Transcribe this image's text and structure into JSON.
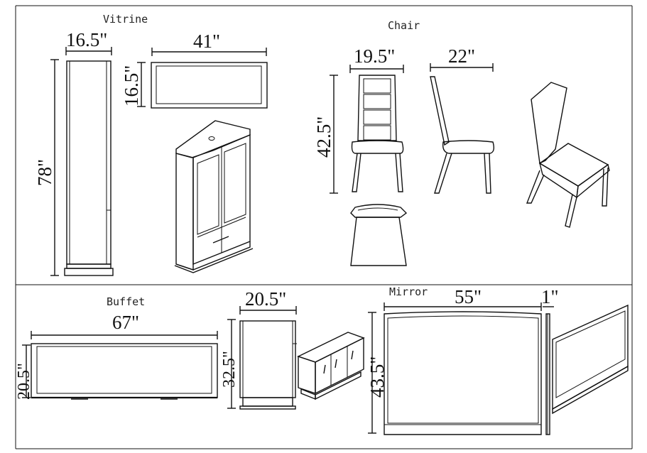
{
  "sections": {
    "vitrine": {
      "title": "Vitrine",
      "width": "16.5\"",
      "height": "78\"",
      "top_width": "41\"",
      "top_depth": "16.5\""
    },
    "chair": {
      "title": "Chair",
      "width": "19.5\"",
      "depth": "22\"",
      "height": "42.5\""
    },
    "buffet": {
      "title": "Buffet",
      "width": "67\"",
      "depth": "20.5\"",
      "side_depth": "20.5\"",
      "height": "32.5\""
    },
    "mirror": {
      "title": "Mirror",
      "width": "55\"",
      "thickness": "1\"",
      "height": "43.5\""
    }
  }
}
